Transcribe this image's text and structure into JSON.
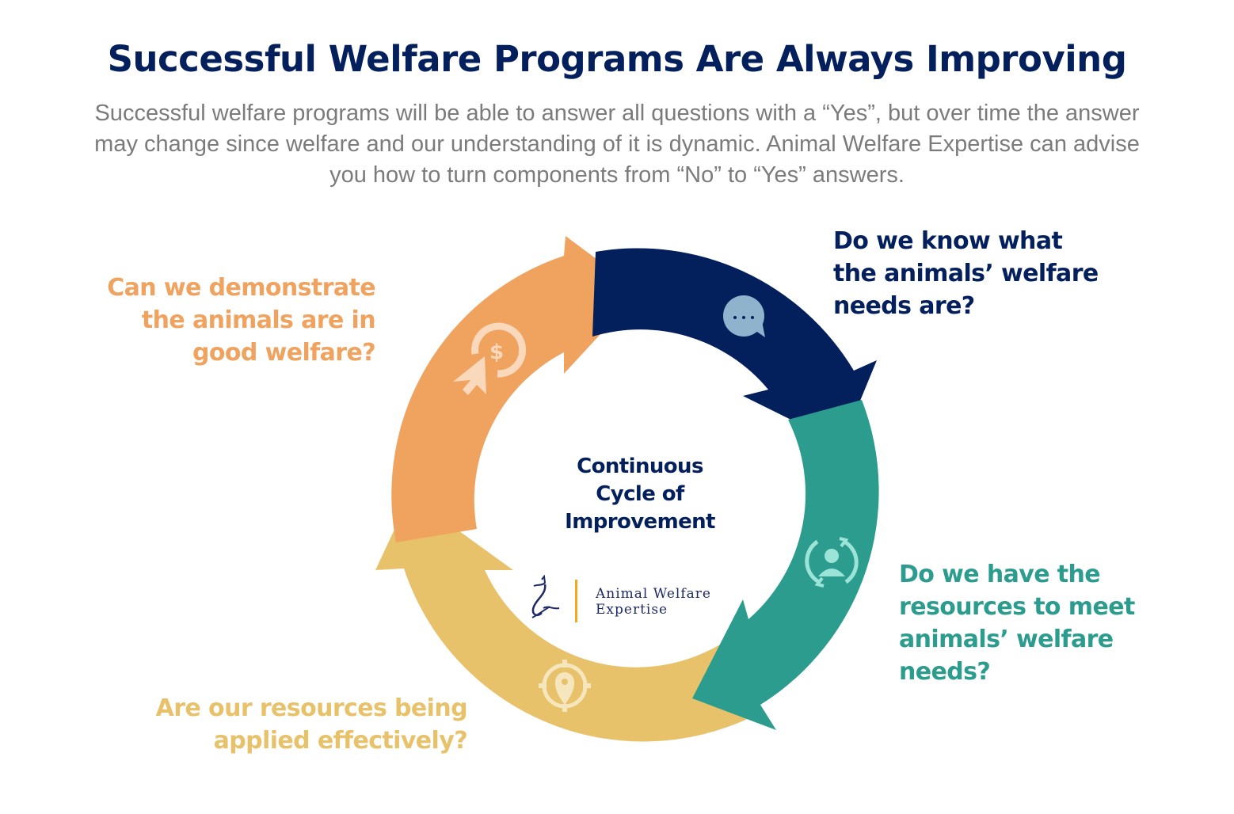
{
  "header": {
    "title": "Successful Welfare Programs Are Always Improving",
    "subtitle": "Successful welfare programs will be able to answer all questions with a “Yes”, but over time the answer may change since welfare and our understanding of it is dynamic. Animal Welfare Expertise can advise you how to turn components from “No” to “Yes” answers."
  },
  "cycle": {
    "center_label": [
      "Continuous",
      "Cycle of",
      "Improvement"
    ],
    "steps": [
      {
        "id": "know-needs",
        "lines": [
          "Do we know what",
          "the animals’ welfare",
          "needs are?"
        ],
        "color": "#031f5c",
        "icon": "speech-bubble-icon",
        "icon_color": "#8fb3cc"
      },
      {
        "id": "have-resources",
        "lines": [
          "Do we have the",
          "resources to meet",
          "animals’ welfare",
          "needs?"
        ],
        "color": "#2b9c8d",
        "icon": "person-cycle-icon",
        "icon_color": "#9ce3d8"
      },
      {
        "id": "resources-applied",
        "lines": [
          "Are our resources being",
          "applied effectively?"
        ],
        "color": "#e8c26a",
        "icon": "location-target-icon",
        "icon_color": "#f6e6bd"
      },
      {
        "id": "demonstrate-welfare",
        "lines": [
          "Can we demonstrate",
          "the animals are in",
          "good welfare?"
        ],
        "color": "#f0a25f",
        "icon": "dollar-click-icon",
        "icon_color": "#f9d8bb"
      }
    ]
  },
  "logo": {
    "name_lines": [
      "Animal Welfare",
      "Expertise"
    ],
    "bar_color": "#f5a623",
    "text_color": "#1d2a66"
  }
}
